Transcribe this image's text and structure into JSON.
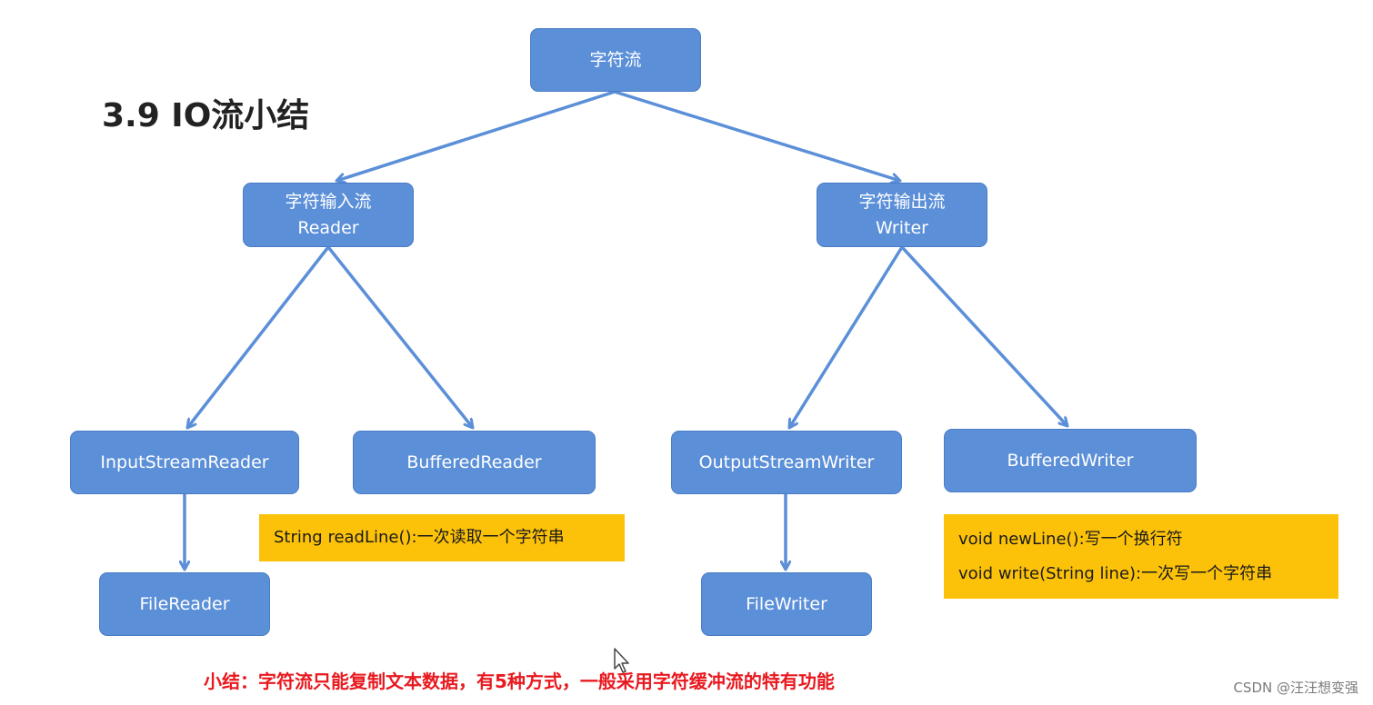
{
  "title": "3.9 IO流小结",
  "nodes": {
    "root": "字符流",
    "reader": {
      "line1": "字符输入流",
      "line2": "Reader"
    },
    "writer": {
      "line1": "字符输出流",
      "line2": "Writer"
    },
    "input_stream_reader": "InputStreamReader",
    "buffered_reader": "BufferedReader",
    "output_stream_writer": "OutputStreamWriter",
    "buffered_writer": "BufferedWriter",
    "file_reader": "FileReader",
    "file_writer": "FileWriter"
  },
  "notes": {
    "buffered_reader": [
      "String readLine():一次读取一个字符串"
    ],
    "buffered_writer": [
      "void newLine():写一个换行符",
      "void write(String line):一次写一个字符串"
    ]
  },
  "summary": "小结：字符流只能复制文本数据，有5种方式，一般采用字符缓冲流的特有功能",
  "watermark": "CSDN @汪汪想变强",
  "colors": {
    "node_fill": "#5b8fd8",
    "arrow": "#5b8fd8",
    "note_fill": "#fcc20a",
    "summary_text": "#e8191f"
  }
}
